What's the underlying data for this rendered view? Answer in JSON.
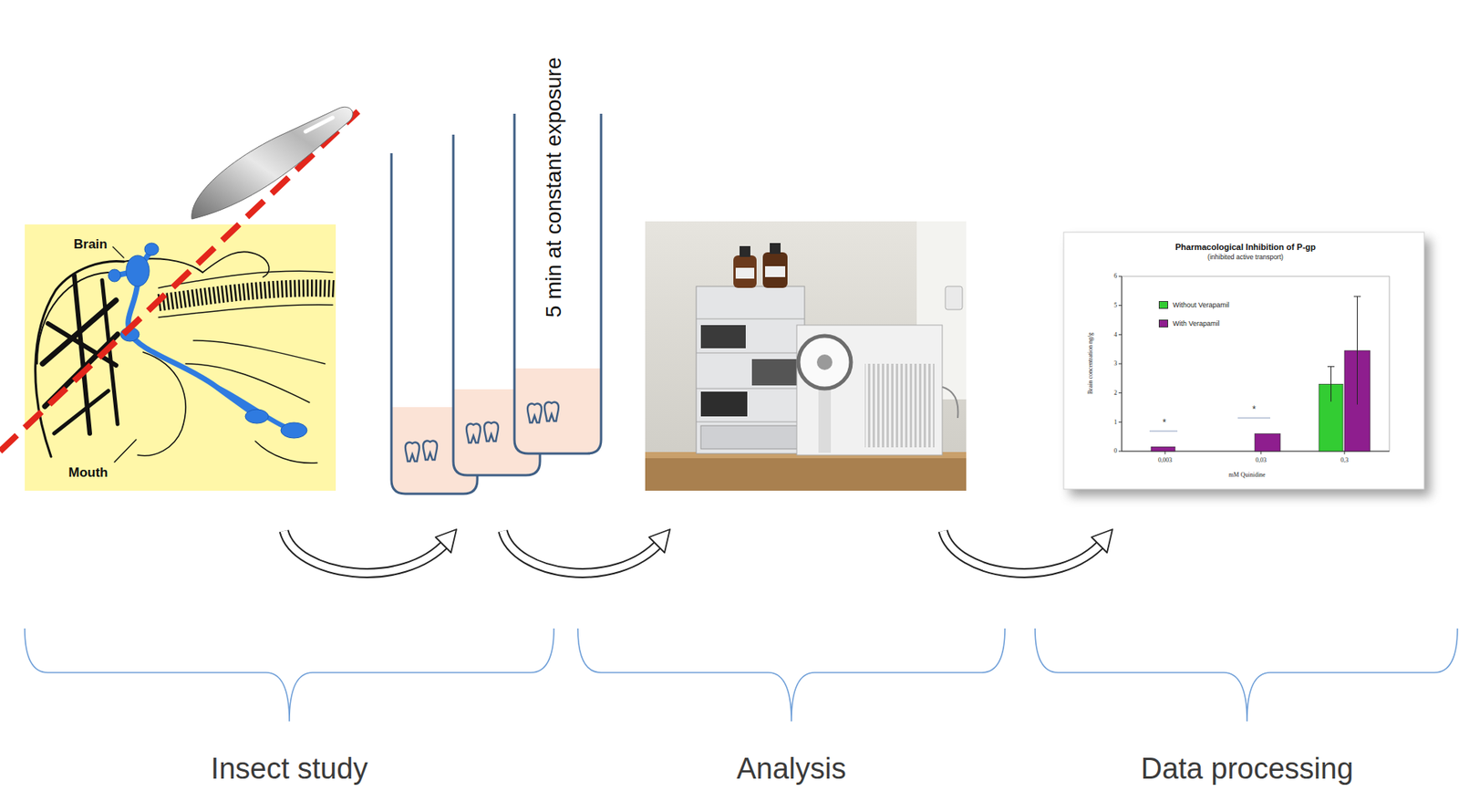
{
  "diagram": {
    "nodes": [
      {
        "text": [
          "Brain",
          "Mouth"
        ]
      },
      {
        "text": [
          "5 min at constant exposure"
        ]
      },
      {
        "text": [
          "Pharmacological Inhibition of P-gp",
          "(inhibited active transport)"
        ]
      }
    ],
    "labels": [
      "0",
      "1",
      "2",
      "3",
      "4",
      "5",
      "6",
      "Brain concentration ng/g",
      "*",
      "*",
      "0,003",
      "0,03",
      "0,3",
      "mM Quinidine",
      "Insect study",
      "Analysis",
      "Data processing"
    ],
    "legend": [
      {
        "text": "Without Verapamil",
        "color": "#33cc33"
      },
      {
        "text": "With Verapamil",
        "color": "#8e1e8e"
      }
    ]
  }
}
